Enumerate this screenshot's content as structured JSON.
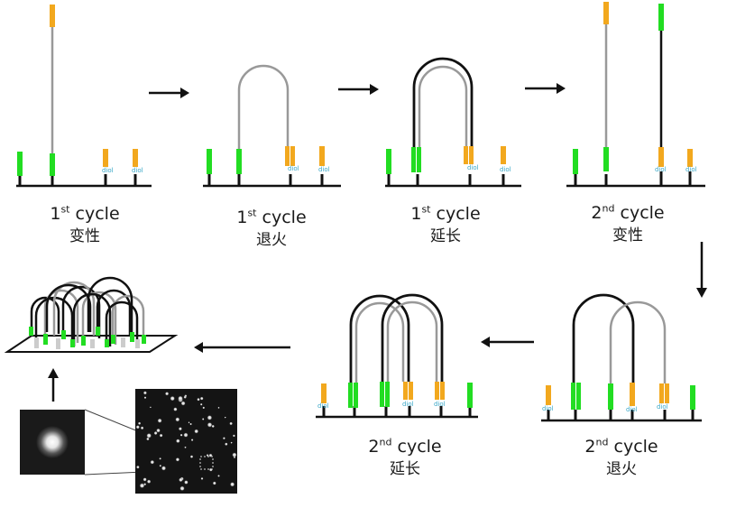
{
  "stages": [
    {
      "id": "s1",
      "num": "1",
      "sup": "st",
      "word": "cycle",
      "cn": "变性"
    },
    {
      "id": "s2",
      "num": "1",
      "sup": "st",
      "word": "cycle",
      "cn": "退火"
    },
    {
      "id": "s3",
      "num": "1",
      "sup": "st",
      "word": "cycle",
      "cn": "延长"
    },
    {
      "id": "s4",
      "num": "2",
      "sup": "nd",
      "word": "cycle",
      "cn": "变性"
    },
    {
      "id": "s5",
      "num": "2",
      "sup": "nd",
      "word": "cycle",
      "cn": "退火"
    },
    {
      "id": "s6",
      "num": "2",
      "sup": "nd",
      "word": "cycle",
      "cn": "延长"
    }
  ],
  "diol_label": "diol",
  "colors": {
    "primer": "#22dd22",
    "primer_orange": "#f2a81e",
    "strand_gray": "#999999",
    "strand_black": "#111111",
    "arrow": "#111111",
    "diol_text": "#3aa8c8"
  }
}
